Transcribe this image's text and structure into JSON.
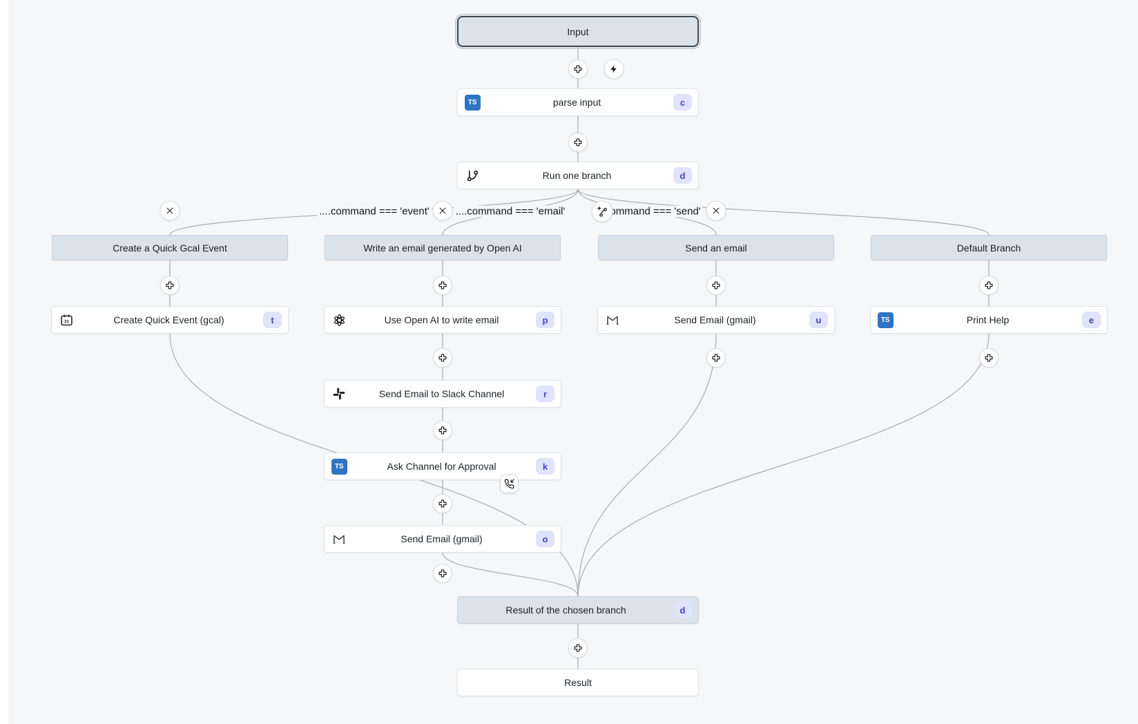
{
  "nodes": {
    "input": {
      "label": "Input"
    },
    "parse_input": {
      "label": "parse input",
      "badge": "c",
      "icon": "typescript"
    },
    "run_one_branch": {
      "label": "Run one branch",
      "badge": "d",
      "icon": "git-branch"
    },
    "result_of_branch": {
      "label": "Result of the chosen branch",
      "badge": "d"
    },
    "result": {
      "label": "Result"
    }
  },
  "branches": [
    {
      "header": "Create a Quick Gcal Event",
      "condition": "....command === 'event'",
      "steps": [
        {
          "label": "Create Quick Event (gcal)",
          "badge": "t",
          "icon": "calendar-31"
        }
      ]
    },
    {
      "header": "Write an email generated by Open AI",
      "condition": "....command === 'email'",
      "steps": [
        {
          "label": "Use Open AI to write email",
          "badge": "p",
          "icon": "openai"
        },
        {
          "label": "Send Email to Slack Channel",
          "badge": "r",
          "icon": "slack"
        },
        {
          "label": "Ask Channel for Approval",
          "badge": "k",
          "icon": "typescript",
          "suspend_icon": "phone-incoming"
        },
        {
          "label": "Send Email (gmail)",
          "badge": "o",
          "icon": "gmail"
        }
      ]
    },
    {
      "header": "Send an email",
      "condition": "....command === 'send'",
      "steps": [
        {
          "label": "Send Email (gmail)",
          "badge": "u",
          "icon": "gmail"
        }
      ]
    },
    {
      "header": "Default Branch",
      "steps": [
        {
          "label": "Print Help",
          "badge": "e",
          "icon": "typescript"
        }
      ]
    }
  ],
  "colors": {
    "canvas_bg": "#f6f7f8",
    "edge": "#a6acb5",
    "virtual_node_fill": "#dbe2e9",
    "node_border": "#dfe3e8",
    "badge_bg": "#dfe3fc",
    "badge_text": "#4343c8",
    "typescript_blue": "#2f74c4",
    "input_border": "#3d4754"
  }
}
